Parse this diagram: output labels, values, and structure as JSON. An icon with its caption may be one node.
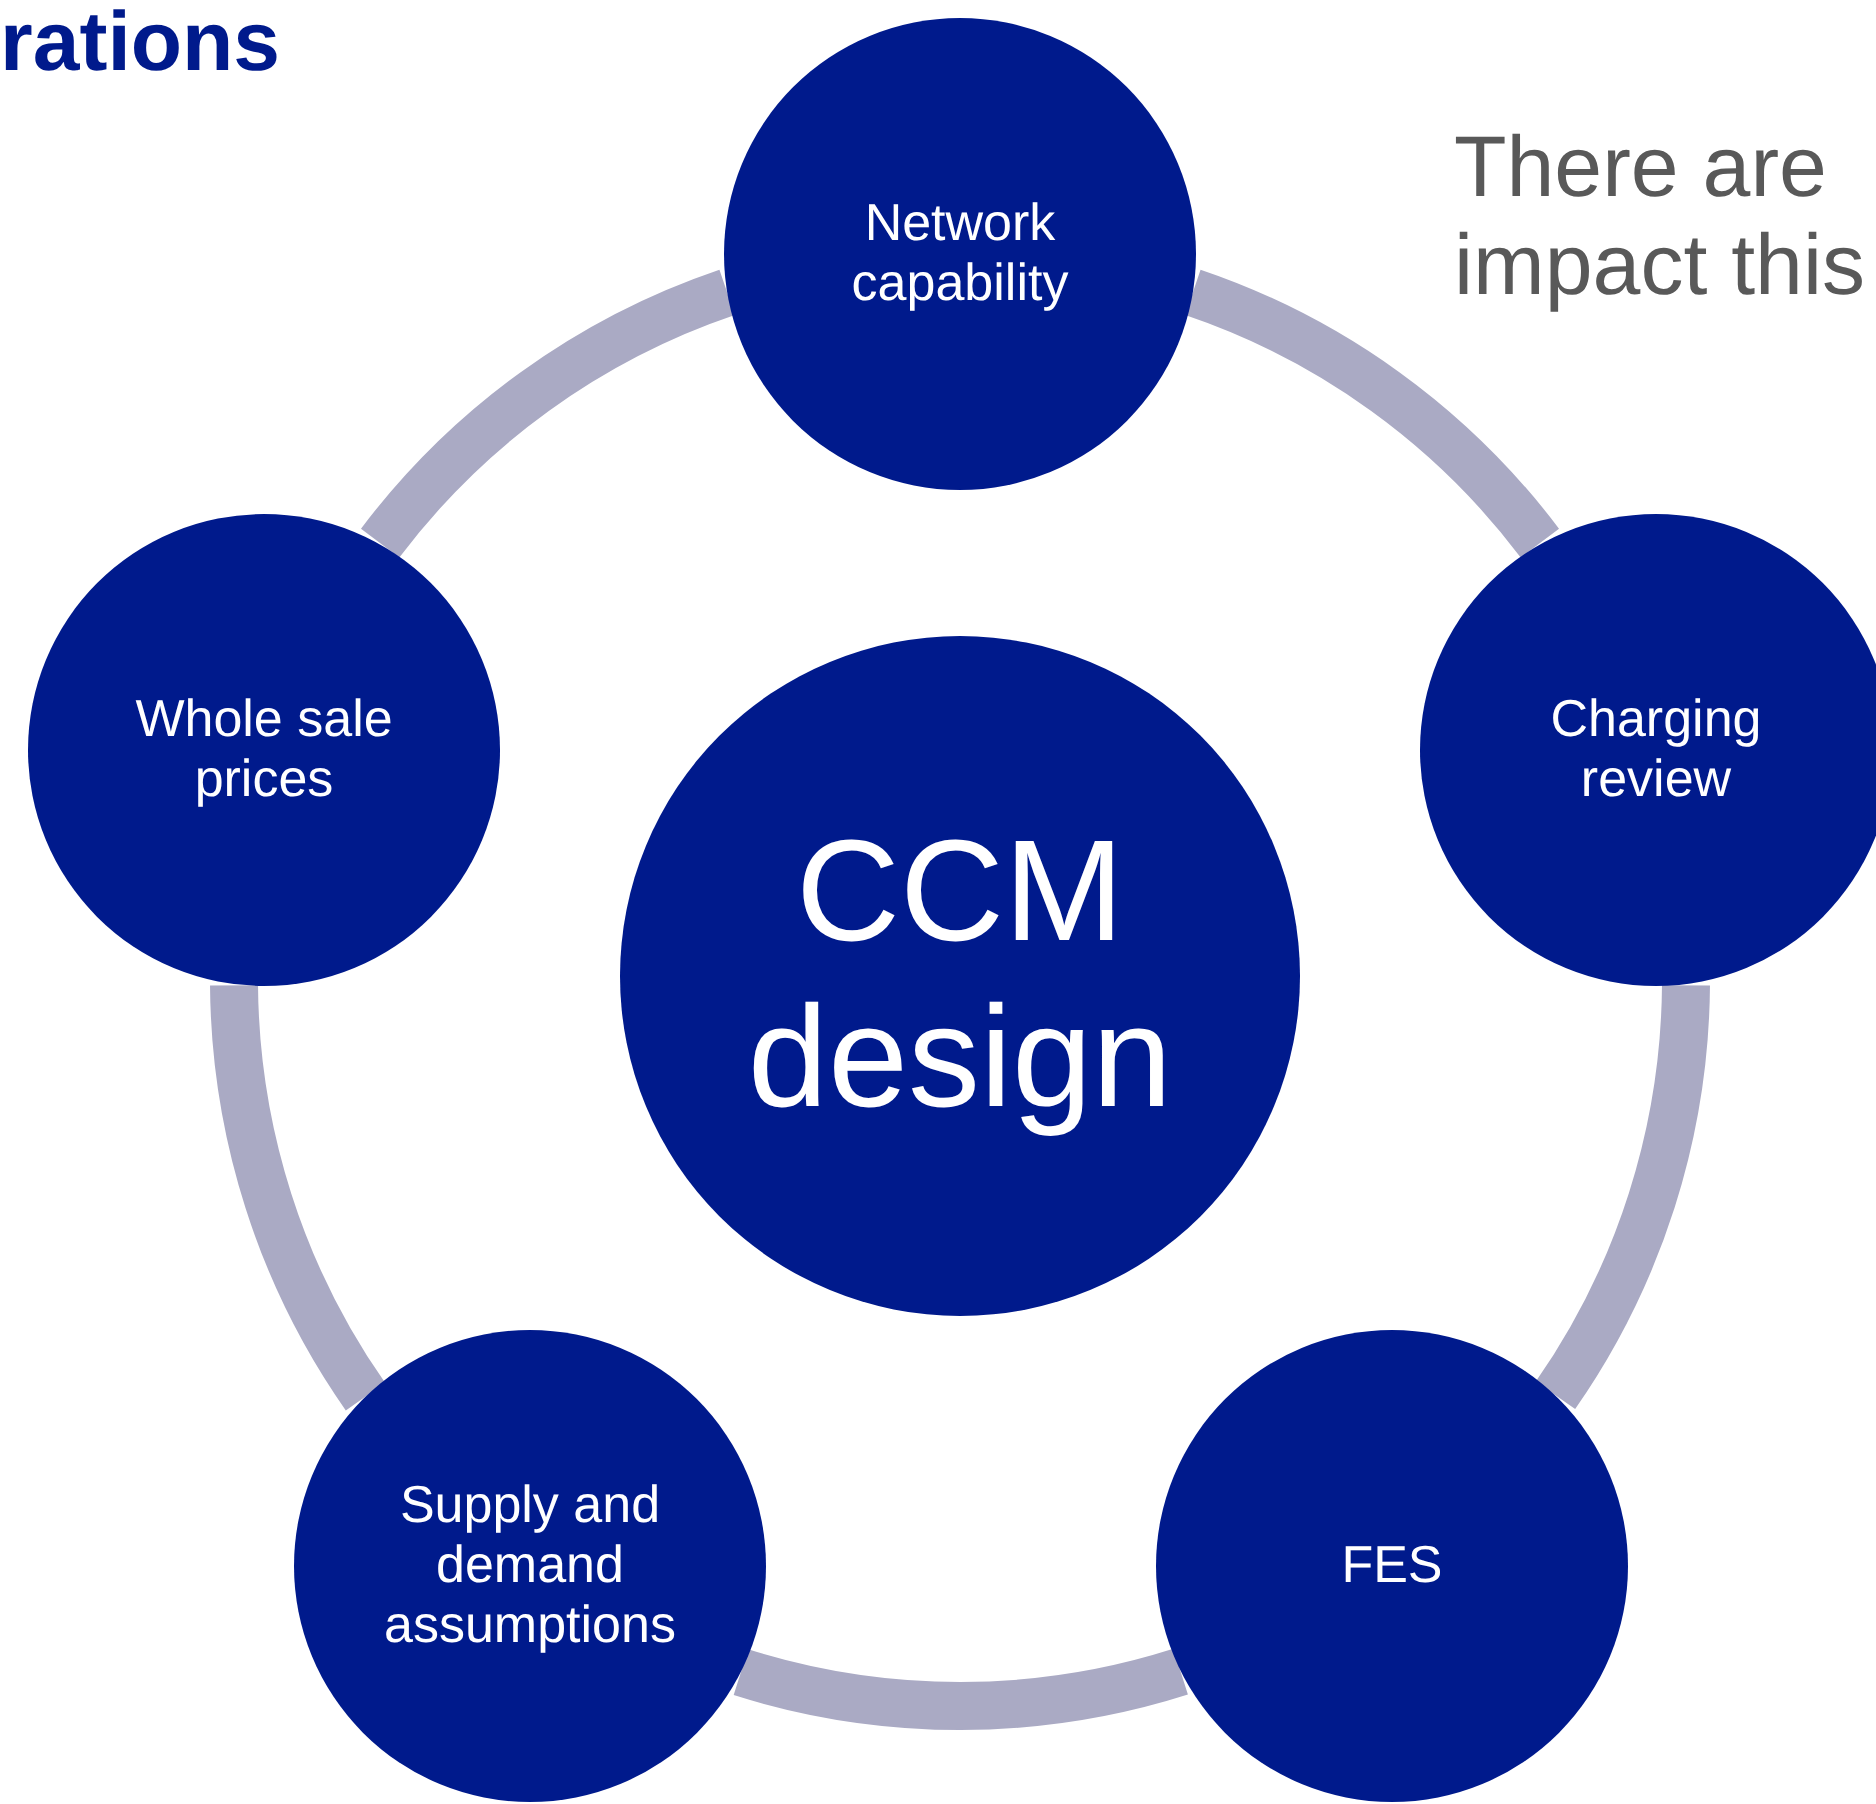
{
  "diagram": {
    "title": "rations",
    "nodes": [
      {
        "text": [
          "Network capability"
        ]
      },
      {
        "text": [
          "Charging review"
        ]
      },
      {
        "text": [
          "FES"
        ]
      },
      {
        "text": [
          "Supply and demand assumptions"
        ]
      },
      {
        "text": [
          "Whole sale prices"
        ]
      },
      {
        "text": [
          "CCM design"
        ]
      }
    ],
    "edges": [
      {
        "from": 0,
        "to": 1,
        "arrow": "none"
      },
      {
        "from": 1,
        "to": 2,
        "arrow": "none"
      },
      {
        "from": 2,
        "to": 3,
        "arrow": "none"
      },
      {
        "from": 3,
        "to": 4,
        "arrow": "none"
      },
      {
        "from": 4,
        "to": 0,
        "arrow": "none"
      }
    ],
    "labels": [
      "There are impact this"
    ]
  }
}
